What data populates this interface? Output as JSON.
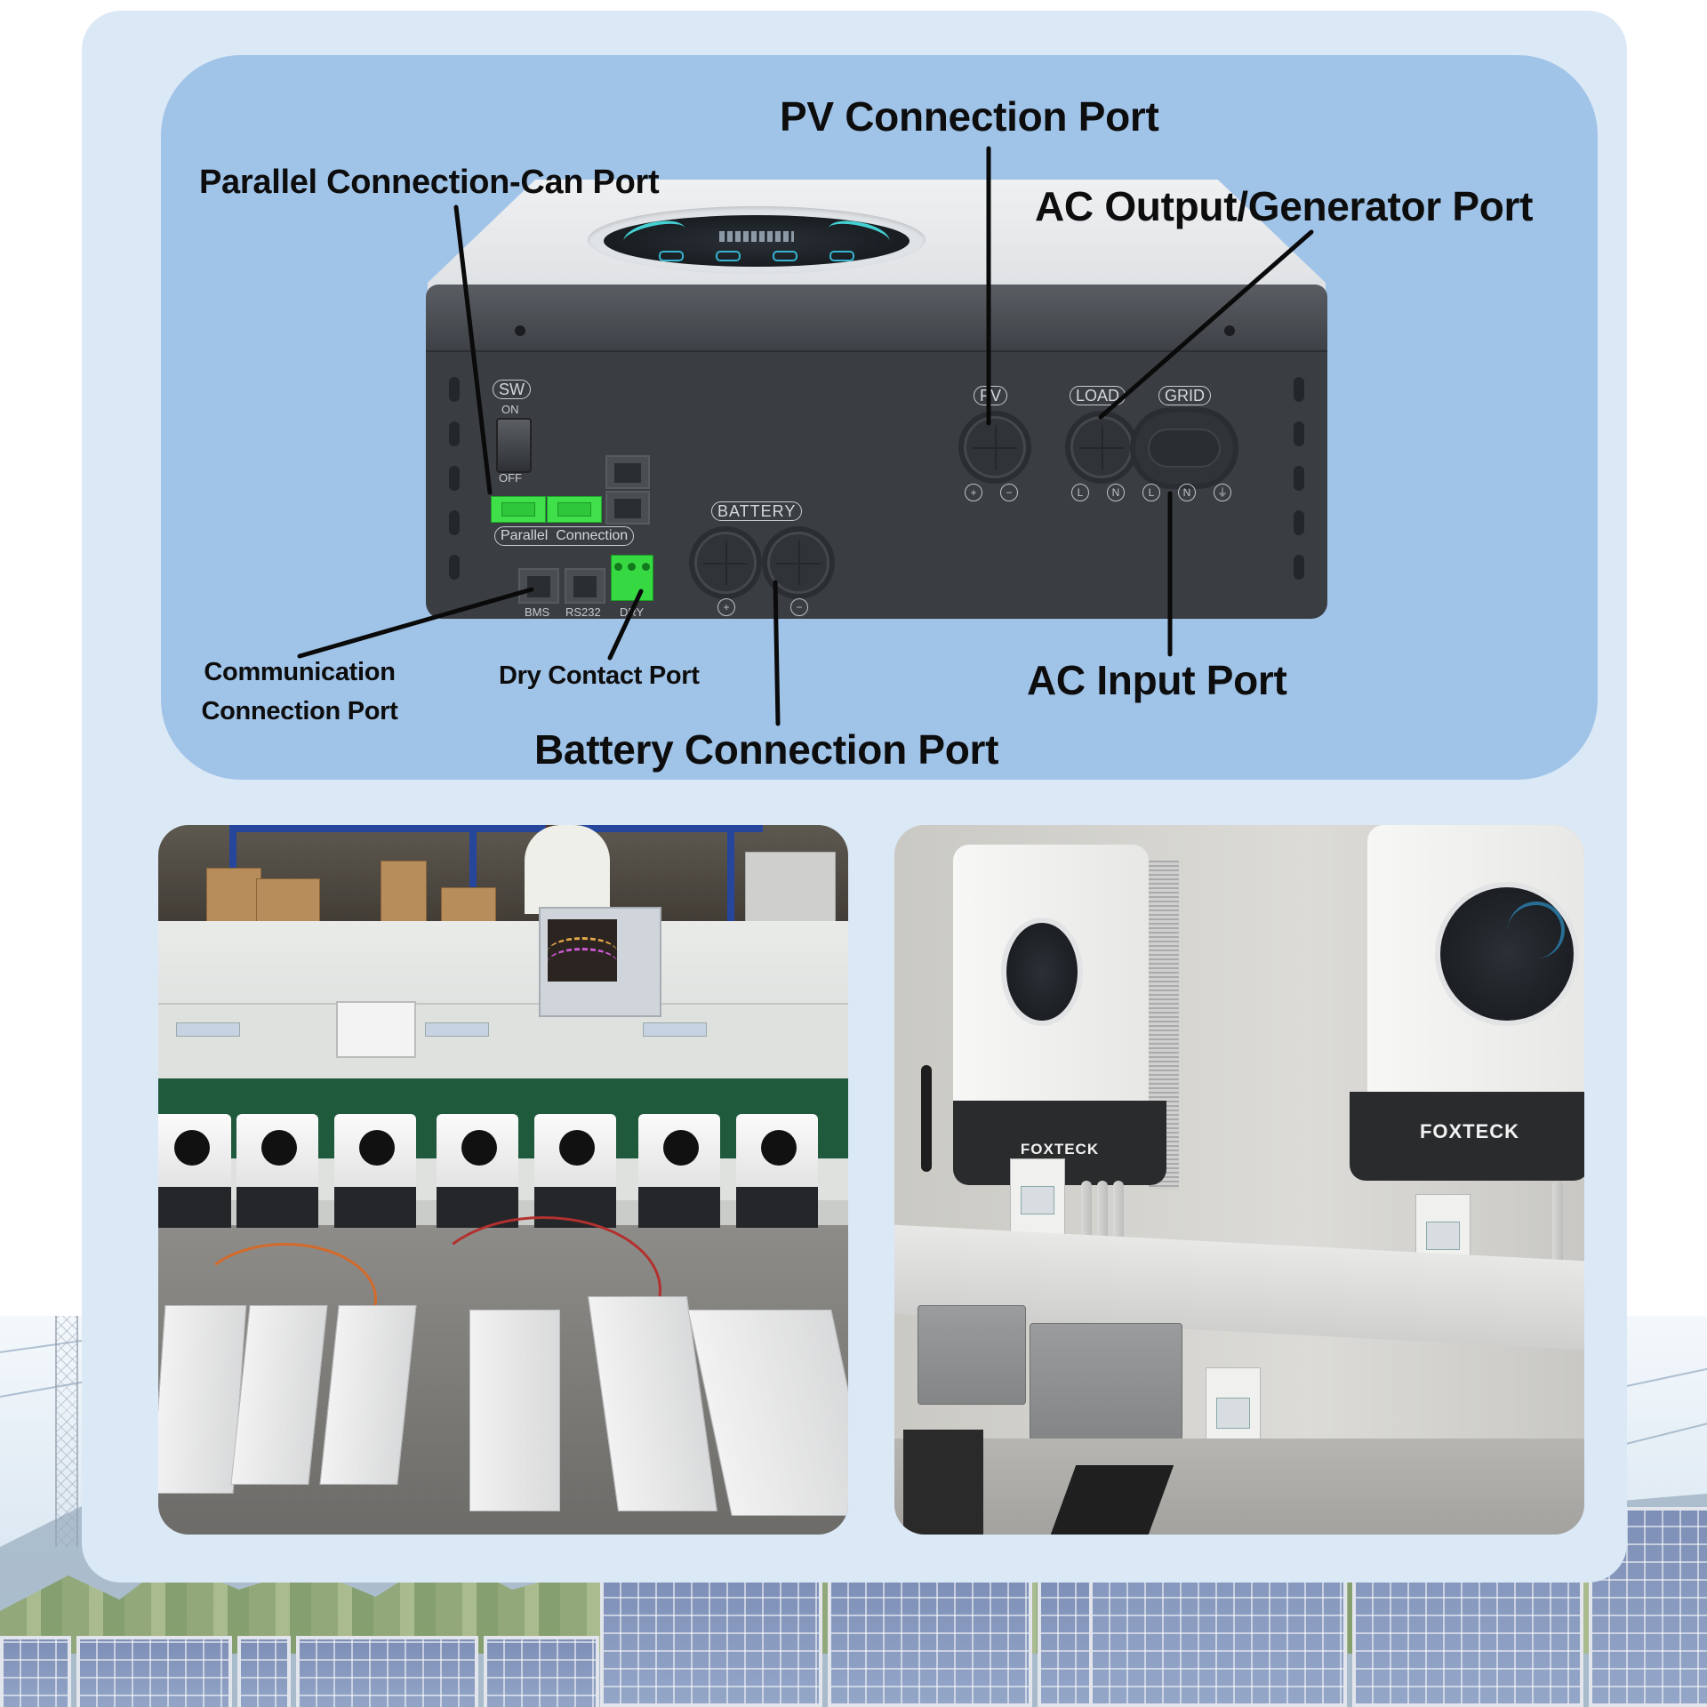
{
  "diagram": {
    "device": "Hybrid solar inverter - bottom port panel",
    "callouts": {
      "pv": "PV Connection Port",
      "parallel": "Parallel Connection-Can Port",
      "ac_output": "AC Output/Generator Port",
      "communication_line1": "Communication",
      "communication_line2": "Connection Port",
      "dry_contact": "Dry Contact Port",
      "battery": "Battery Connection Port",
      "ac_input": "AC Input Port"
    },
    "panel_labels": {
      "sw": "SW",
      "on": "ON",
      "off": "OFF",
      "parallel_connection": "Parallel  Connection",
      "bms": "BMS",
      "rs232": "RS232",
      "dry": "DRY",
      "battery": "BATTERY",
      "pv": "PV",
      "load": "LOAD",
      "grid": "GRID"
    },
    "terminal_symbols": {
      "battery_pos": "+",
      "battery_neg": "−",
      "pv_pos": "+",
      "pv_neg": "−",
      "load_l": "L",
      "load_n": "N",
      "grid_l": "L",
      "grid_n": "N",
      "grid_ground": "⏚"
    }
  },
  "photos": {
    "left": {
      "subject": "factory test bench with inverters and batteries"
    },
    "right": {
      "subject": "wall-mounted inverters installation",
      "brand_label_1": "FOXTECK",
      "brand_label_2": "FOXTECK"
    }
  },
  "colors": {
    "outer_card": "#dbe8f6",
    "diagram_card": "#a0c3e8",
    "inverter_body": "#3a3e43",
    "terminal_green": "#3fe04a",
    "display_accent": "#45d1d4",
    "label_text": "#0d0d0d"
  }
}
